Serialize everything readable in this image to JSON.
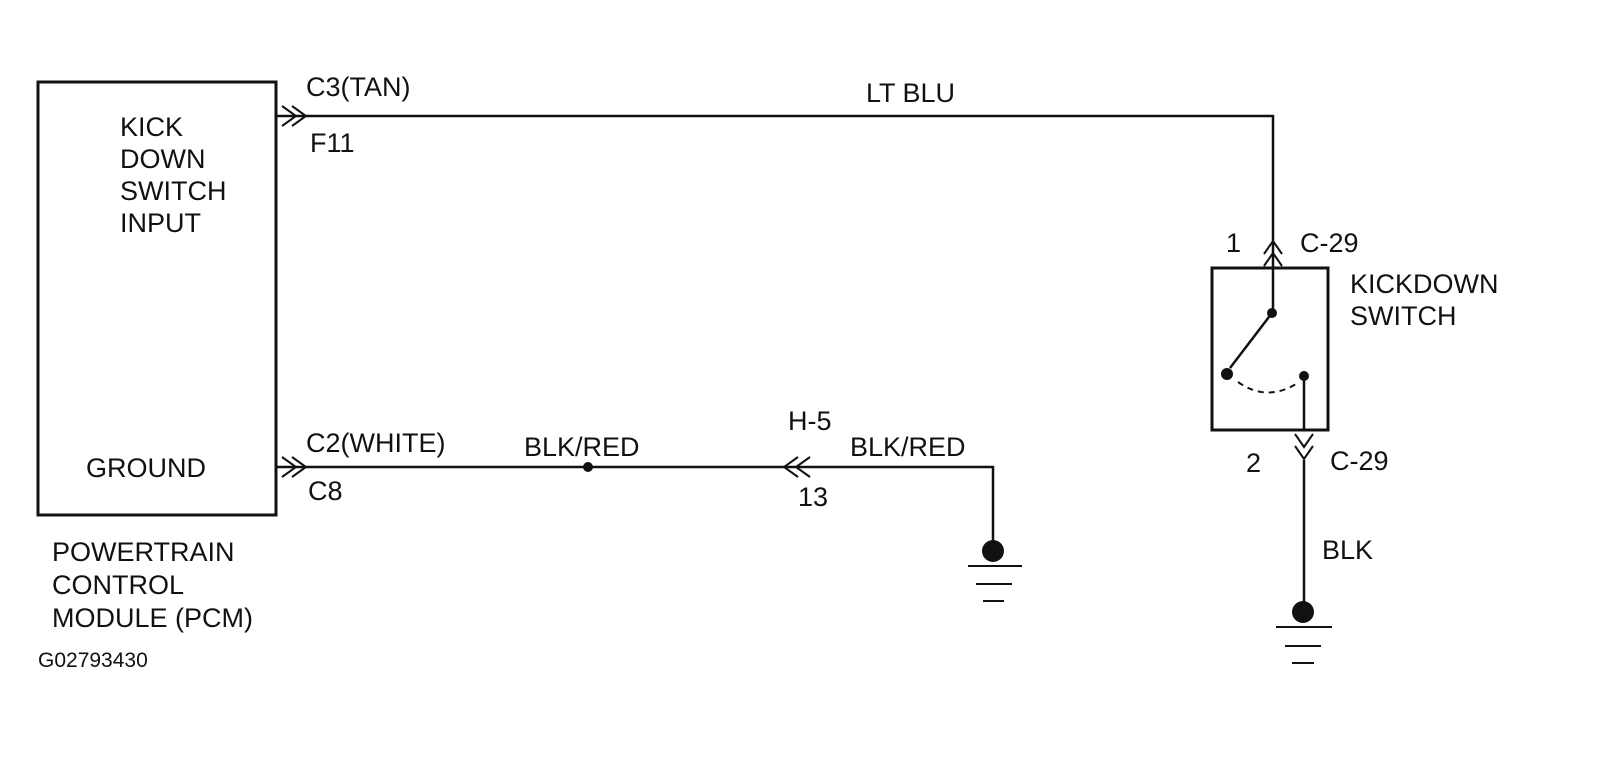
{
  "pcm": {
    "input_label": [
      "KICK",
      "DOWN",
      "SWITCH",
      "INPUT"
    ],
    "ground_label": "GROUND",
    "name": [
      "POWERTRAIN",
      "CONTROL",
      "MODULE (PCM)"
    ]
  },
  "connectors": {
    "c3": "C3(TAN)",
    "f11": "F11",
    "c2": "C2(WHITE)",
    "c8": "C8",
    "h5": "H-5",
    "h5_pin": "13",
    "switch_top_pin": "1",
    "switch_top_conn": "C-29",
    "switch_bottom_pin": "2",
    "switch_bottom_conn": "C-29"
  },
  "wires": {
    "top": "LT BLU",
    "ground_left": "BLK/RED",
    "ground_right": "BLK/RED",
    "switch_ground": "BLK"
  },
  "switch": {
    "name": [
      "KICKDOWN",
      "SWITCH"
    ]
  },
  "figure_id": "G02793430"
}
